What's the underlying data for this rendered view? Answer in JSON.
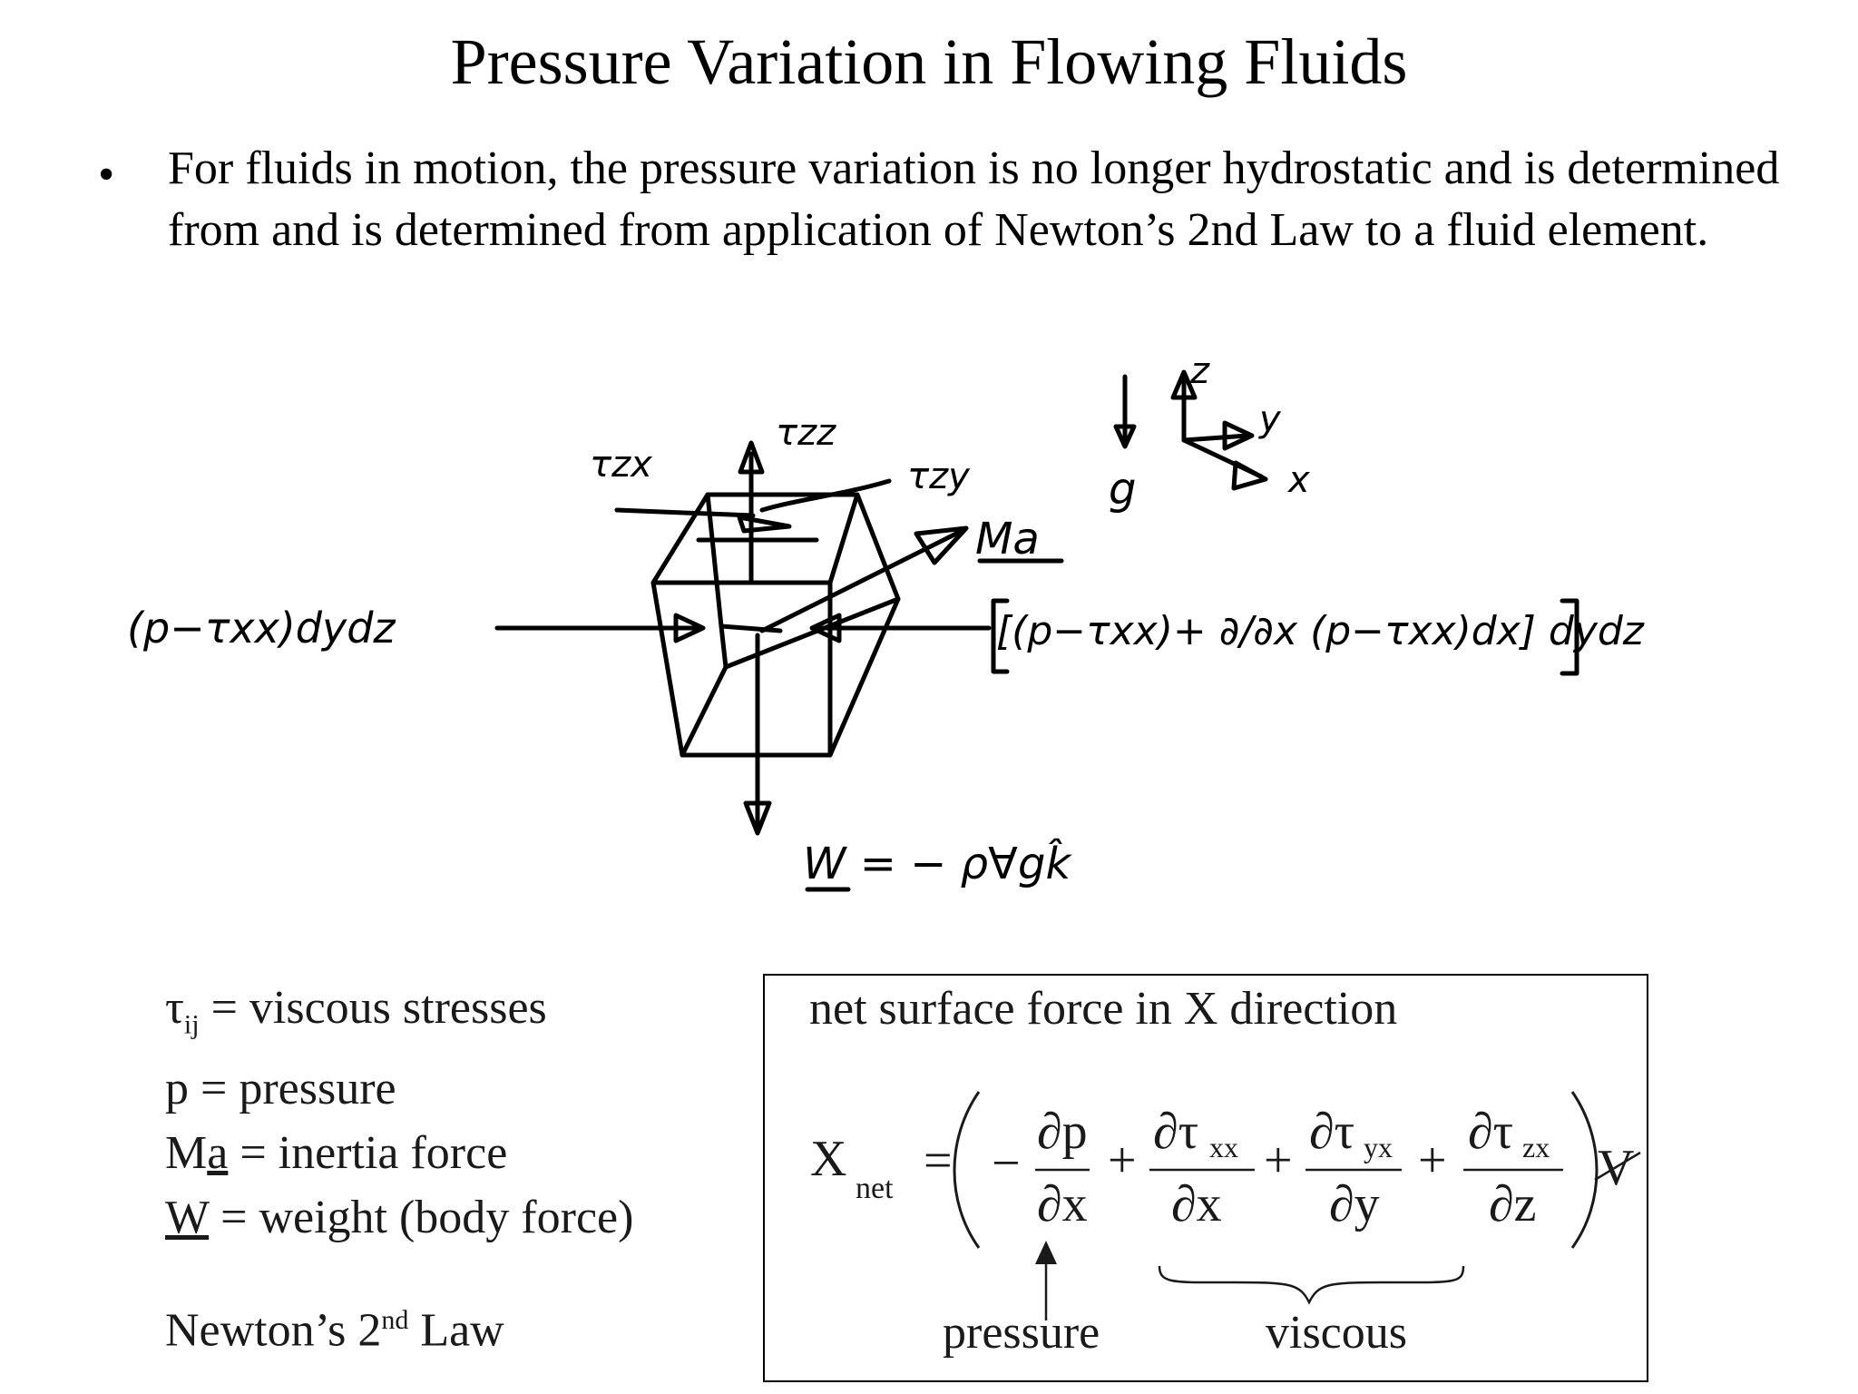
{
  "slide": {
    "title": "Pressure Variation in Flowing Fluids",
    "bullet_symbol": "•",
    "bullet_text": "For fluids in motion, the pressure variation is no longer hydrostatic and is determined from and is determined from application of Newton’s 2nd Law to a fluid element."
  },
  "sketch": {
    "labels": {
      "left_force": "(p−τxx)dydz",
      "right_force": "[(p−τxx)+ ∂/∂x (p−τxx)dx] dydz",
      "tau_zx": "τzx",
      "tau_zz": "τzz",
      "tau_zy": "τzy",
      "inertia": "Ma",
      "gravity": "g",
      "axis_z": "z",
      "axis_y": "y",
      "axis_x": "x",
      "weight": "W = − ρ∀gk̂"
    }
  },
  "legend": {
    "tau_symbol": "τ",
    "tau_sub": "ij",
    "tau_text": " = viscous stresses",
    "p_text": "p = pressure",
    "ma_prefix": "M",
    "ma_under": "a",
    "ma_text": " = inertia force",
    "w_under": "W",
    "w_text": " = weight (body force)",
    "newton_prefix": "Newton’s 2",
    "newton_sup": "nd",
    "newton_suffix": " Law"
  },
  "equation_box": {
    "title": "net surface force in X direction",
    "lhs": "X",
    "lhs_sub": "net",
    "equals": "=",
    "minus": "−",
    "plus": "+",
    "term1_num": "∂p",
    "term1_den": "∂x",
    "term2_num": "∂τ",
    "term2_sub": "xx",
    "term2_den": "∂x",
    "term3_num": "∂τ",
    "term3_sub": "yx",
    "term3_den": "∂y",
    "term4_num": "∂τ",
    "term4_sub": "zx",
    "term4_den": "∂z",
    "volume": "V",
    "pressure_label": "pressure",
    "viscous_label": "viscous"
  }
}
